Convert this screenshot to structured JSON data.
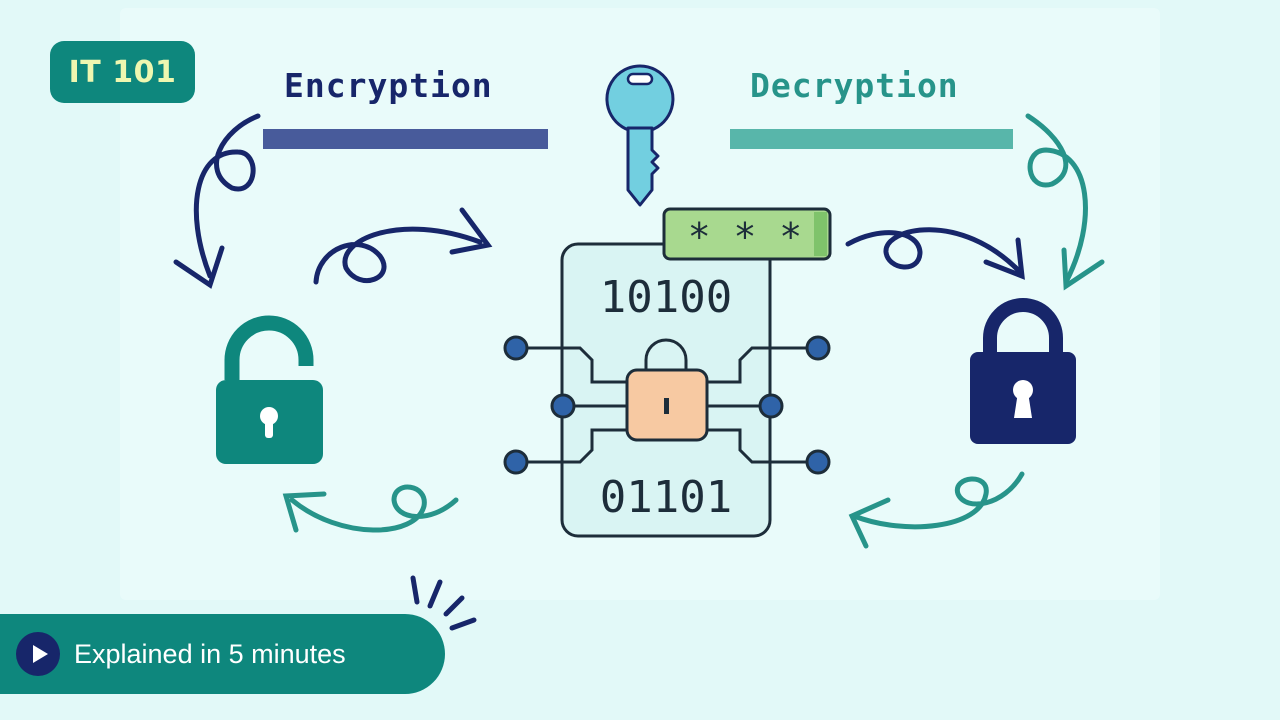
{
  "badge": {
    "label": "IT 101"
  },
  "headings": {
    "encryption": "Encryption",
    "decryption": "Decryption"
  },
  "device": {
    "password_mask": "* * *",
    "binary_top": "10100",
    "binary_bottom": "01101"
  },
  "footer": {
    "label": "Explained in 5 minutes"
  },
  "icons": [
    "key-icon",
    "unlocked-padlock-icon",
    "locked-padlock-icon",
    "circuit-lock-icon",
    "play-icon"
  ],
  "colors": {
    "teal": "#0e877d",
    "navy": "#17266a",
    "light_teal": "#27948a",
    "key_blue": "#72cfe0",
    "password_green": "#a8d98f",
    "lock_peach": "#f7c9a2"
  }
}
